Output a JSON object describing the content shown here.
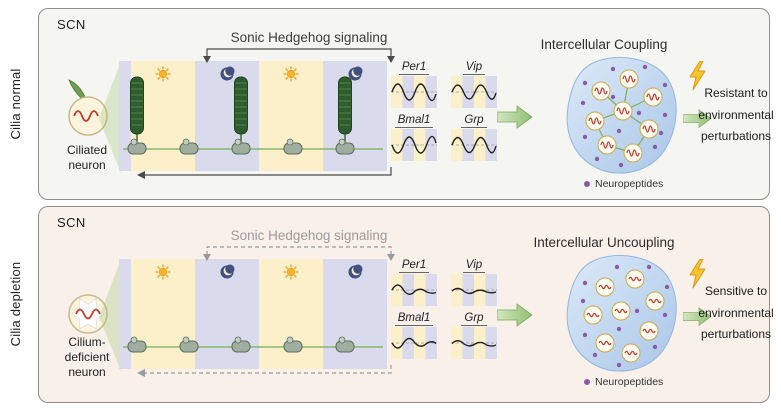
{
  "figure": {
    "panels": [
      {
        "side_label": "Cilia normal",
        "scn_label": "SCN",
        "neuron_label_lines": [
          "Ciliated",
          "neuron"
        ],
        "shh_title": "Sonic Hedgehog signaling",
        "genes": [
          "Per1",
          "Vip",
          "Bmal1",
          "Grp"
        ],
        "coupling_title": "Intercellular Coupling",
        "outcome_lines": [
          "Resistant to",
          "environmental",
          "perturbations"
        ],
        "legend_label": "Neuropeptides"
      },
      {
        "side_label": "Cilia depletion",
        "scn_label": "SCN",
        "neuron_label_lines": [
          "Cilium-",
          "deficient",
          "neuron"
        ],
        "shh_title": "Sonic Hedgehog signaling",
        "genes": [
          "Per1",
          "Vip",
          "Bmal1",
          "Grp"
        ],
        "coupling_title": "Intercellular Uncoupling",
        "outcome_lines": [
          "Sensitive to",
          "environmental",
          "perturbations"
        ],
        "legend_label": "Neuropeptides"
      }
    ],
    "colors": {
      "day_band": "#fbf0ca",
      "night_band": "#d9daec",
      "cilium_green": "#2f5c2f",
      "network_green": "#86b86a",
      "arrow_green": "#8fbf72",
      "blob_blue": "#aac6e8",
      "neuropeptide_purple": "#8b5ba6",
      "oscillation_red": "#c23b2e",
      "bolt_yellow": "#f6c22e",
      "panel_normal_bg": "#f5f5f1",
      "panel_depleted_bg": "#f8f0e9"
    }
  }
}
